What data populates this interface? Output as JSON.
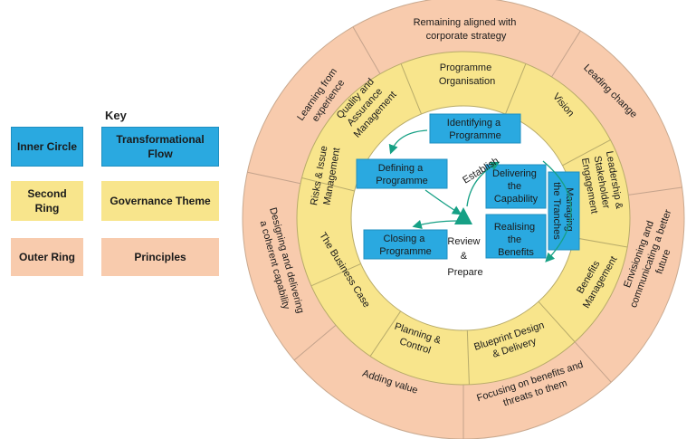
{
  "key": {
    "title": "Key",
    "items": [
      {
        "label": "Inner Circle",
        "meaning": "Transformational Flow",
        "color": "#2aa9e0"
      },
      {
        "label": "Second Ring",
        "meaning": "Governance  Theme",
        "color": "#f8e58c"
      },
      {
        "label": "Outer Ring",
        "meaning": "Principles",
        "color": "#f8cbad"
      }
    ]
  },
  "outer_ring": [
    "Remaining aligned with corporate strategy",
    "Leading change",
    "Envisioning and communicating a better future",
    "Focusing on benefits and threats to them",
    "Adding value",
    "Designing and delivering a coherent capability",
    "Learning from experience"
  ],
  "middle_ring": [
    "Programme Organisation",
    "Vision",
    "Leadership & Stakeholder Engagement",
    "Benefits Management",
    "Blueprint Design & Delivery",
    "Planning & Control",
    "The Business Case",
    "Risks & Issue Management",
    "Quality and Assurance Management"
  ],
  "flow": {
    "identifying": "Identifying a Programme",
    "defining": "Defining a Programme",
    "delivering": "Delivering the Capability",
    "realising": "Realising the Benefits",
    "managing": "Managing the Tranches",
    "closing": "Closing a Programme",
    "establish": "Establish",
    "review_lines": [
      "Review",
      "&",
      "Prepare"
    ]
  },
  "colors": {
    "inner_blue": "#2aa9e0",
    "governance_yellow": "#f8e58c",
    "principles_peach": "#f8cbad",
    "arrow_teal": "#16a085"
  }
}
